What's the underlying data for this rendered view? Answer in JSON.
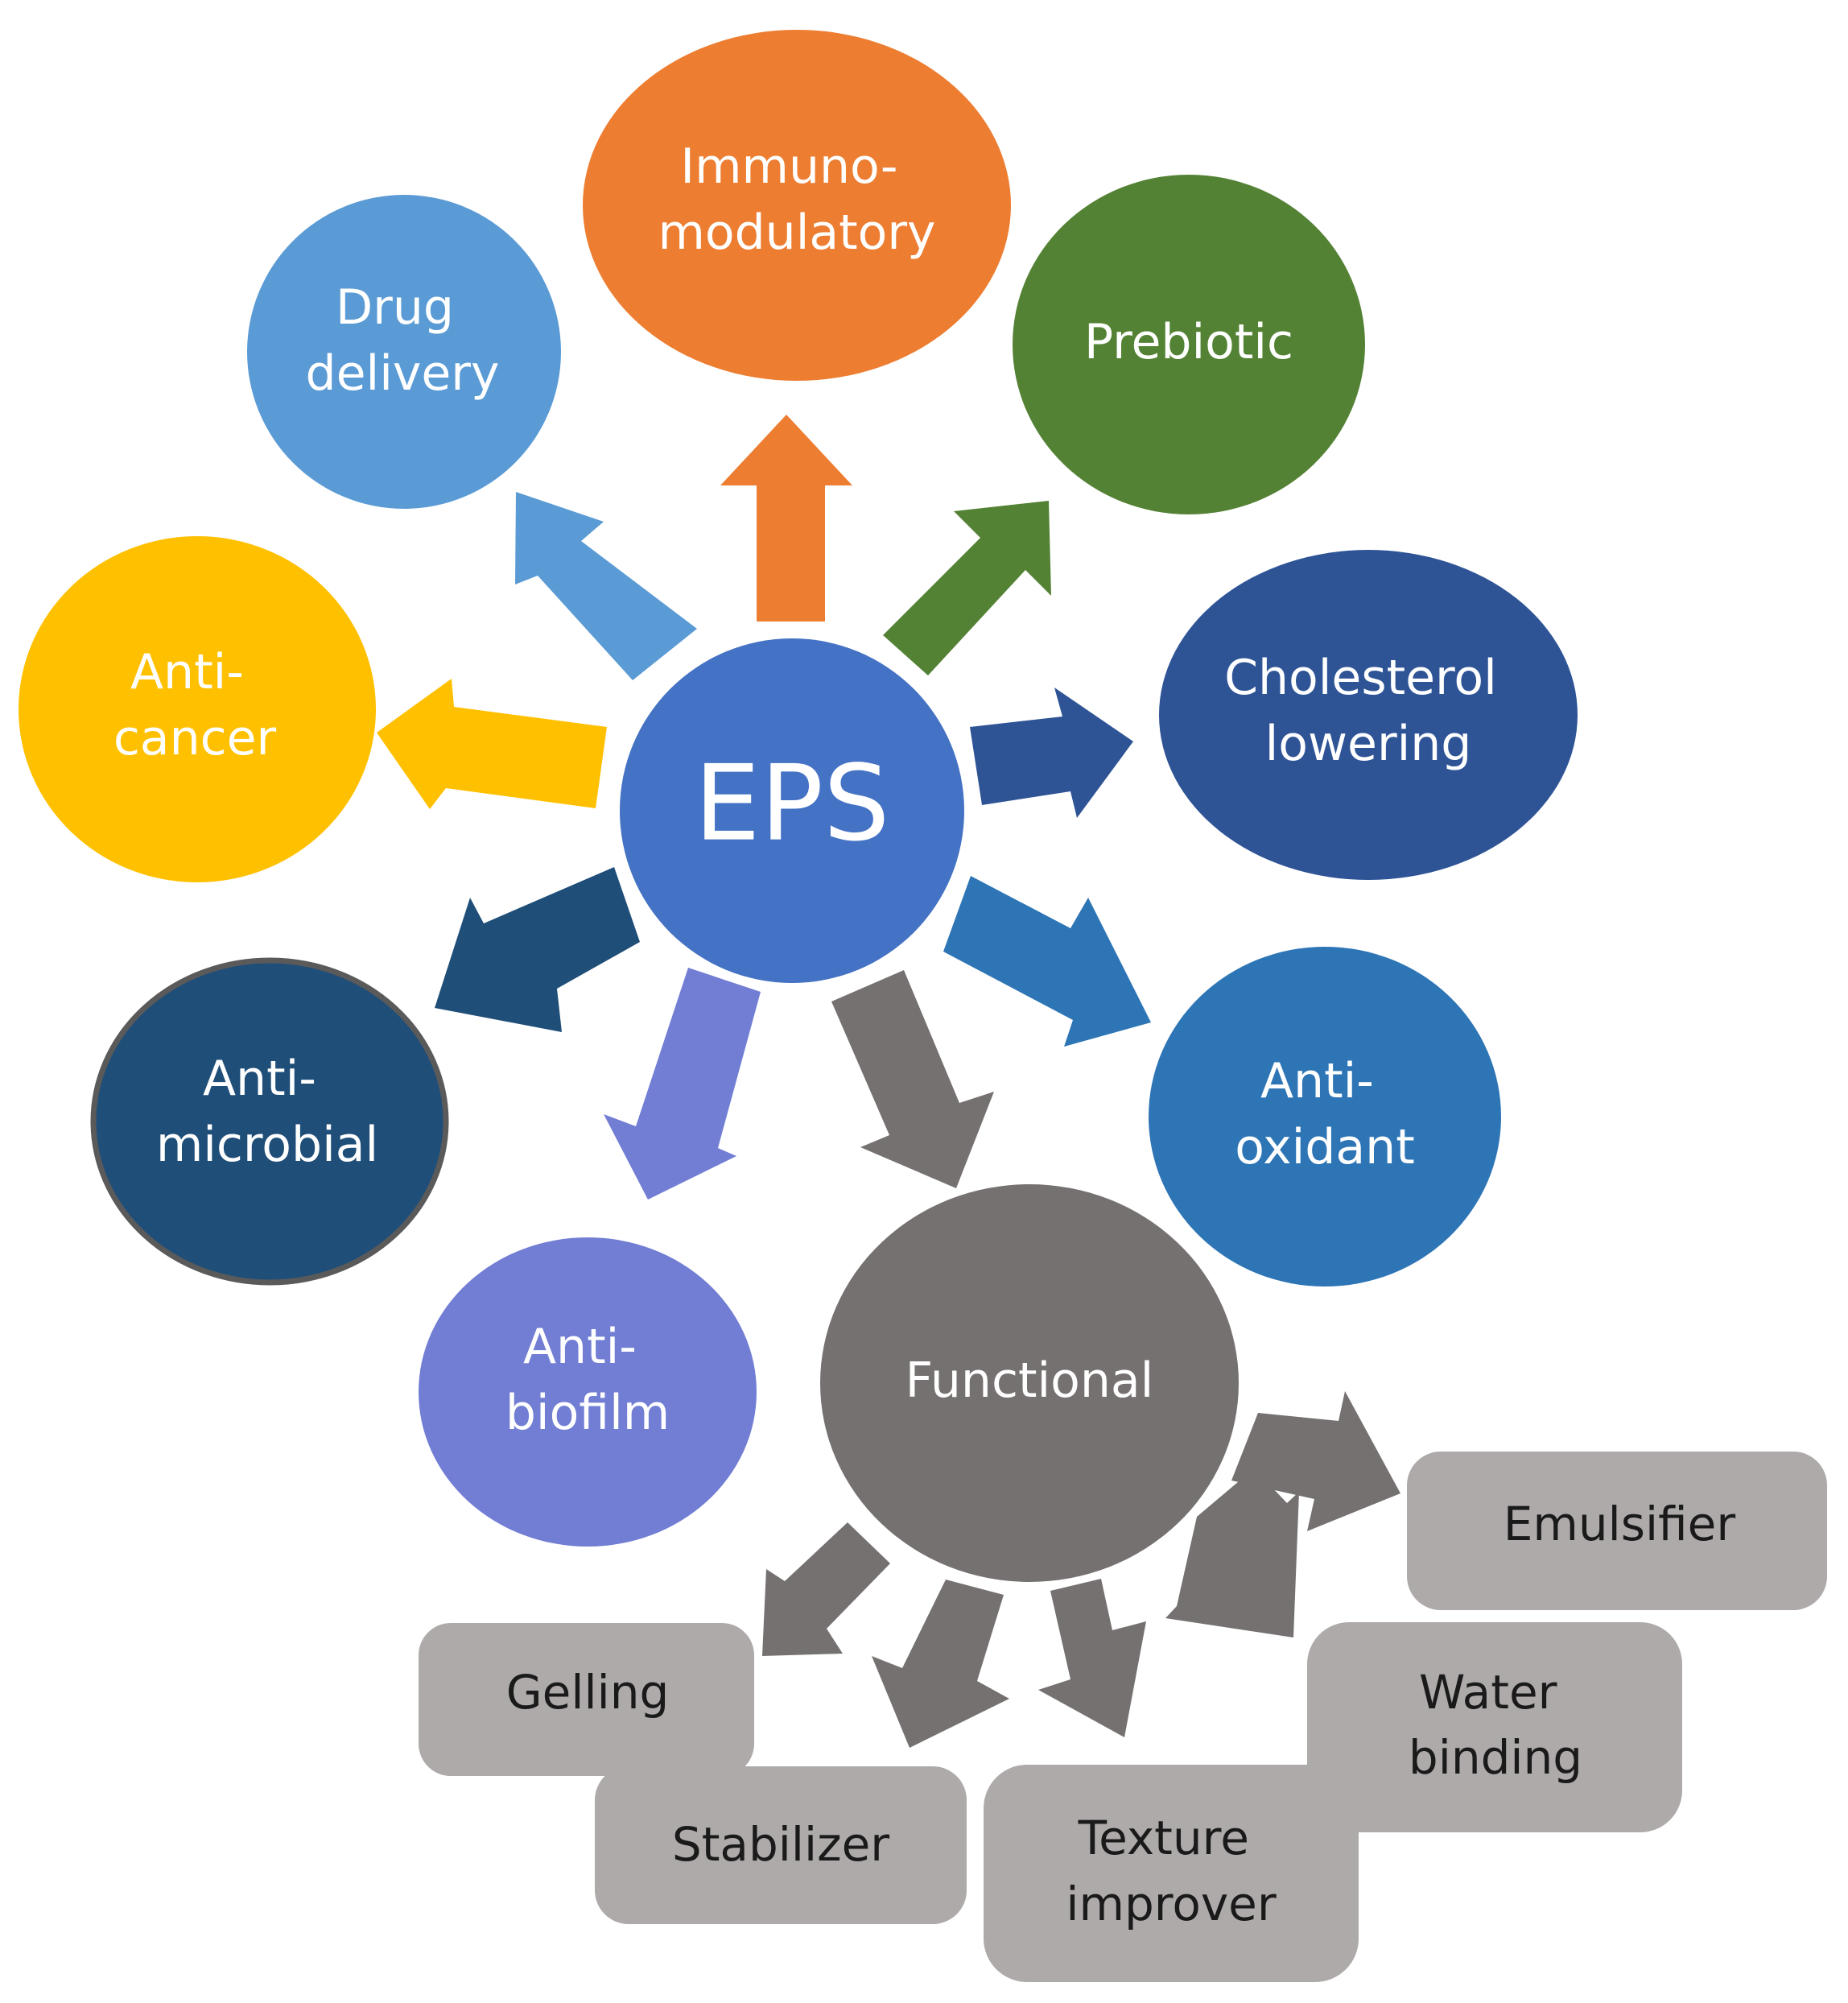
{
  "center": {
    "label": "EPS",
    "color": "#4472C4"
  },
  "applications": [
    {
      "id": "immunomodulatory",
      "lines": [
        "Immuno-",
        "modulatory"
      ],
      "color": "#ED7D31"
    },
    {
      "id": "prebiotic",
      "lines": [
        "Prebiotic"
      ],
      "color": "#548235"
    },
    {
      "id": "cholesterol-lowering",
      "lines": [
        "Cholesterol",
        "lowering"
      ],
      "color": "#2F5496"
    },
    {
      "id": "antioxidant",
      "lines": [
        "Anti-",
        "oxidant"
      ],
      "color": "#2E75B6"
    },
    {
      "id": "functional",
      "lines": [
        "Functional"
      ],
      "color": "#767171"
    },
    {
      "id": "antibiofilm",
      "lines": [
        "Anti-",
        "biofilm"
      ],
      "color": "#717ED4"
    },
    {
      "id": "antimicrobial",
      "lines": [
        "Anti-",
        "microbial"
      ],
      "color": "#1F4E79"
    },
    {
      "id": "anticancer",
      "lines": [
        "Anti-",
        "cancer"
      ],
      "color": "#FFC000"
    },
    {
      "id": "drug-delivery",
      "lines": [
        "Drug",
        "delivery"
      ],
      "color": "#5B9BD5"
    }
  ],
  "functional_properties": [
    {
      "id": "emulsifier",
      "lines": [
        "Emulsifier"
      ]
    },
    {
      "id": "water-binding",
      "lines": [
        "Water",
        "binding"
      ]
    },
    {
      "id": "gelling",
      "lines": [
        "Gelling"
      ]
    },
    {
      "id": "stabilizer",
      "lines": [
        "Stabilizer"
      ]
    },
    {
      "id": "texture-improver",
      "lines": [
        "Texture",
        "improver"
      ]
    }
  ],
  "box_color": "#AEAAAA",
  "sub_arrow_color": "#757171"
}
